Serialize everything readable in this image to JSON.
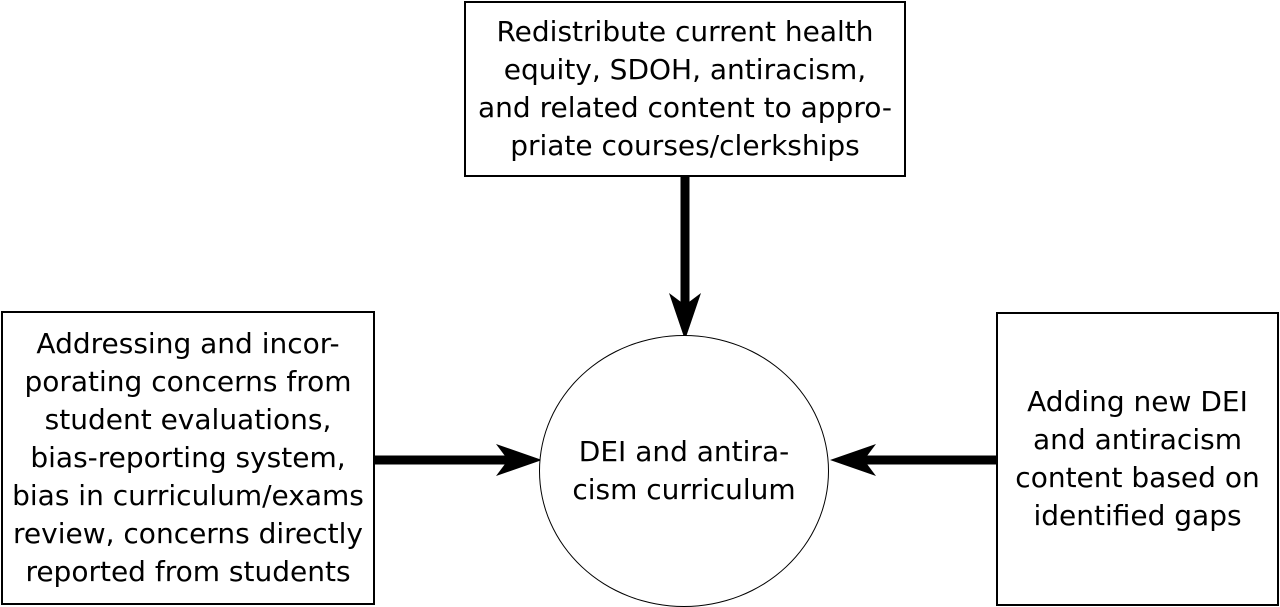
{
  "nodes": {
    "top": {
      "lines": [
        "Redistribute current health",
        "equity, SDOH, antiracism,",
        "and related content to appro-",
        "priate courses/clerkships"
      ]
    },
    "left": {
      "lines": [
        "Addressing and incor-",
        "porating concerns from",
        "student evaluations,",
        "bias-reporting system,",
        "bias in curriculum/exams",
        "review, concerns directly",
        "reported from students"
      ]
    },
    "right": {
      "lines": [
        "Adding new DEI",
        "and antiracism",
        "content based on",
        "identified gaps"
      ]
    },
    "center": {
      "lines": [
        "DEI and antira-",
        "cism curriculum"
      ]
    }
  },
  "edges": [
    {
      "from": "top",
      "to": "center"
    },
    {
      "from": "left",
      "to": "center"
    },
    {
      "from": "right",
      "to": "center"
    }
  ]
}
